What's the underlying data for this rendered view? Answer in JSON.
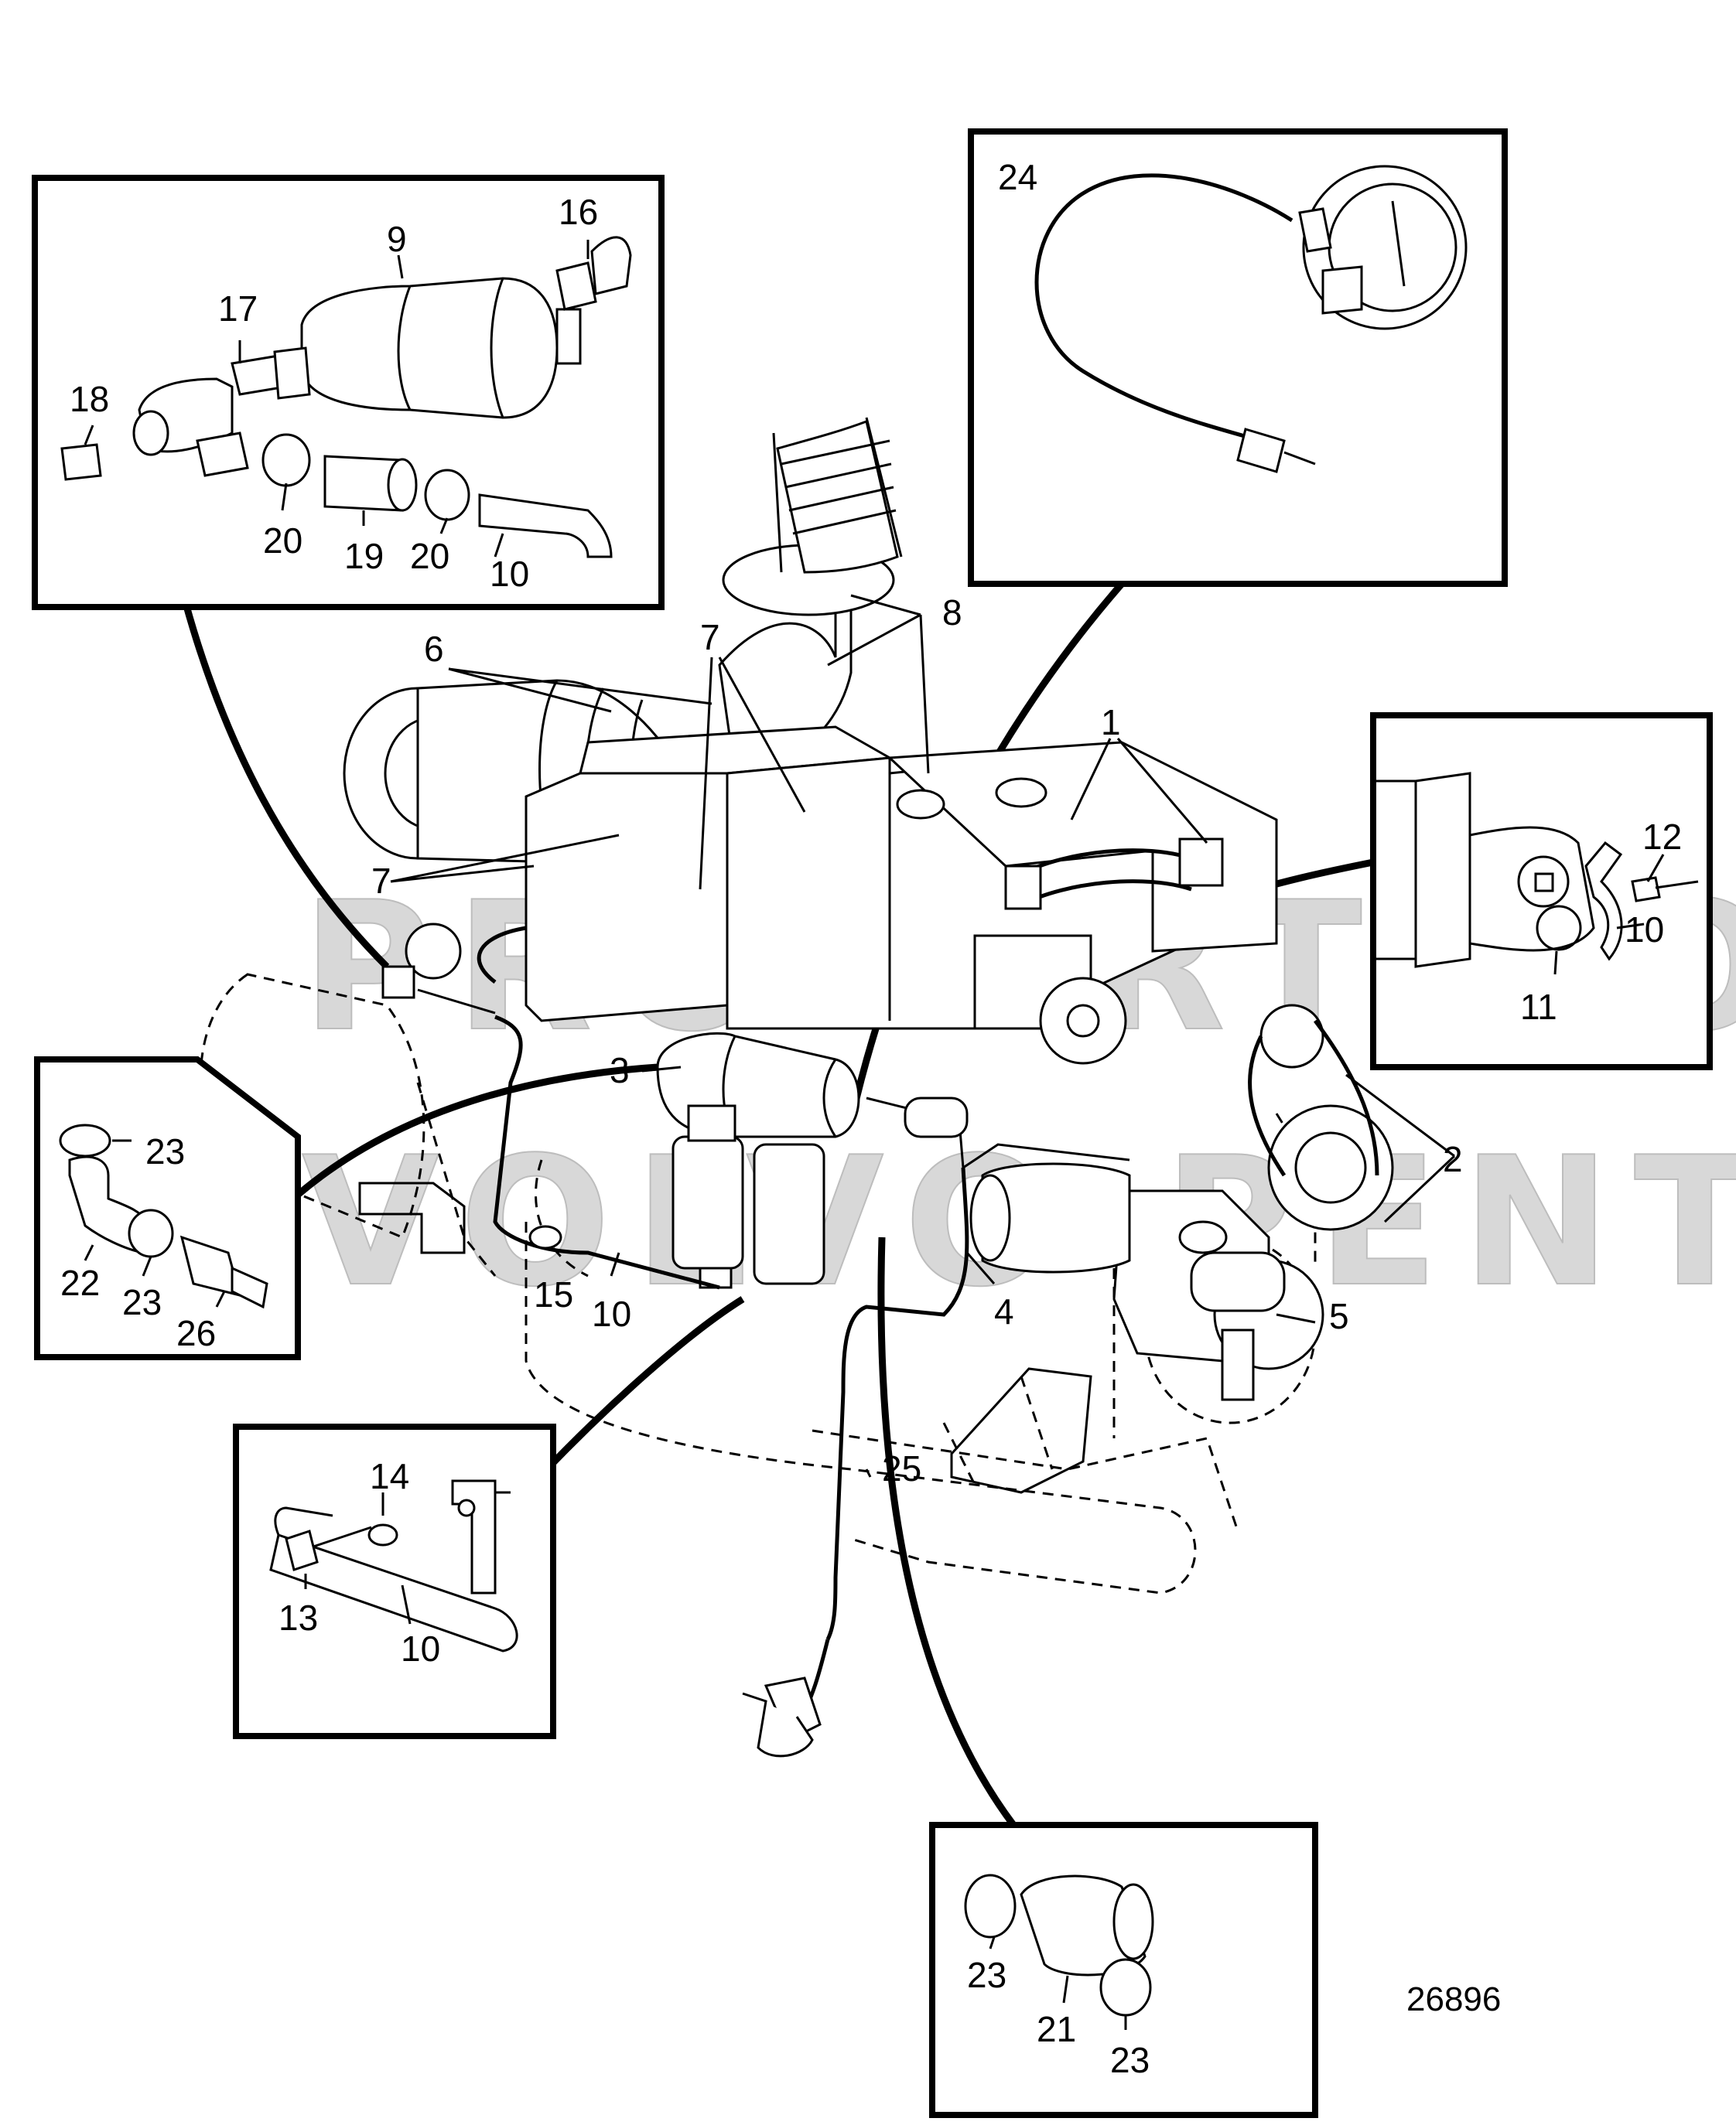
{
  "watermark": {
    "line1": "PROPERTY OF",
    "line2": "VOLVO PENTA"
  },
  "reference_number": "26896",
  "labels": [
    {
      "id": "1",
      "text": "1"
    },
    {
      "id": "2",
      "text": "2"
    },
    {
      "id": "3",
      "text": "3"
    },
    {
      "id": "4",
      "text": "4"
    },
    {
      "id": "5",
      "text": "5"
    },
    {
      "id": "6",
      "text": "6"
    },
    {
      "id": "7a",
      "text": "7"
    },
    {
      "id": "7b",
      "text": "7"
    },
    {
      "id": "8",
      "text": "8"
    },
    {
      "id": "9",
      "text": "9"
    },
    {
      "id": "10a",
      "text": "10"
    },
    {
      "id": "10b",
      "text": "10"
    },
    {
      "id": "10c",
      "text": "10"
    },
    {
      "id": "10d",
      "text": "10"
    },
    {
      "id": "11",
      "text": "11"
    },
    {
      "id": "12",
      "text": "12"
    },
    {
      "id": "13",
      "text": "13"
    },
    {
      "id": "14",
      "text": "14"
    },
    {
      "id": "15",
      "text": "15"
    },
    {
      "id": "16",
      "text": "16"
    },
    {
      "id": "17",
      "text": "17"
    },
    {
      "id": "18",
      "text": "18"
    },
    {
      "id": "19",
      "text": "19"
    },
    {
      "id": "20a",
      "text": "20"
    },
    {
      "id": "20b",
      "text": "20"
    },
    {
      "id": "21",
      "text": "21"
    },
    {
      "id": "22",
      "text": "22"
    },
    {
      "id": "23a",
      "text": "23"
    },
    {
      "id": "23b",
      "text": "23"
    },
    {
      "id": "23c",
      "text": "23"
    },
    {
      "id": "23d",
      "text": "23"
    },
    {
      "id": "24",
      "text": "24"
    },
    {
      "id": "25",
      "text": "25"
    },
    {
      "id": "26",
      "text": "26"
    }
  ]
}
